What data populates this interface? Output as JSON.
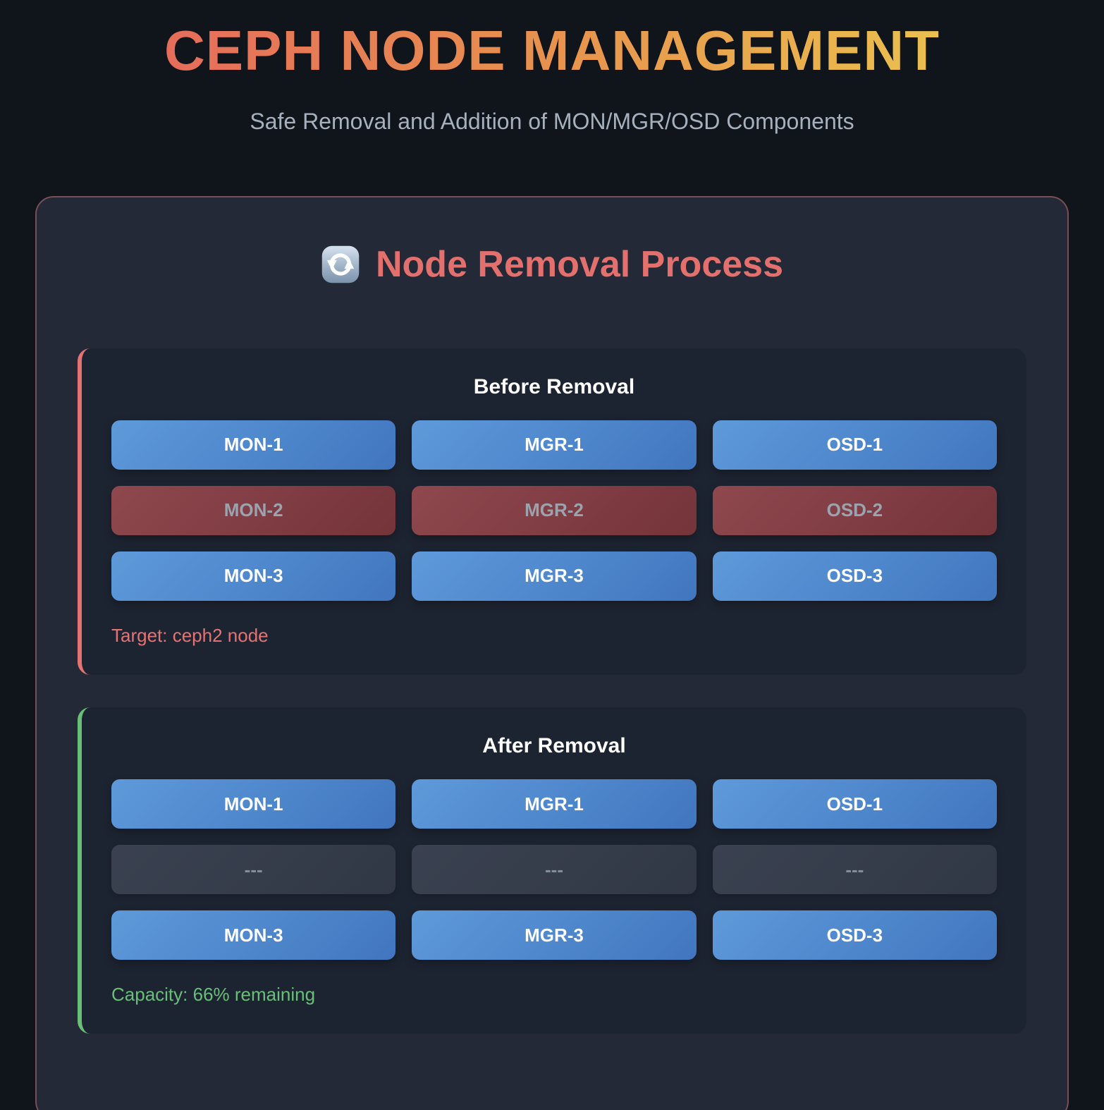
{
  "page": {
    "title": "CEPH NODE MANAGEMENT",
    "subtitle": "Safe Removal and Addition of MON/MGR/OSD Components"
  },
  "section": {
    "icon": "refresh-icon",
    "title": "Node Removal Process"
  },
  "panels": {
    "before": {
      "title": "Before Removal",
      "footer": "Target: ceph2 node",
      "accent": "#e57373",
      "rows": [
        [
          {
            "label": "MON-1",
            "state": "active"
          },
          {
            "label": "MGR-1",
            "state": "active"
          },
          {
            "label": "OSD-1",
            "state": "active"
          }
        ],
        [
          {
            "label": "MON-2",
            "state": "removing"
          },
          {
            "label": "MGR-2",
            "state": "removing"
          },
          {
            "label": "OSD-2",
            "state": "removing"
          }
        ],
        [
          {
            "label": "MON-3",
            "state": "active"
          },
          {
            "label": "MGR-3",
            "state": "active"
          },
          {
            "label": "OSD-3",
            "state": "active"
          }
        ]
      ]
    },
    "after": {
      "title": "After Removal",
      "footer": "Capacity: 66% remaining",
      "accent": "#6abf78",
      "rows": [
        [
          {
            "label": "MON-1",
            "state": "active"
          },
          {
            "label": "MGR-1",
            "state": "active"
          },
          {
            "label": "OSD-1",
            "state": "active"
          }
        ],
        [
          {
            "label": "---",
            "state": "empty"
          },
          {
            "label": "---",
            "state": "empty"
          },
          {
            "label": "---",
            "state": "empty"
          }
        ],
        [
          {
            "label": "MON-3",
            "state": "active"
          },
          {
            "label": "MGR-3",
            "state": "active"
          },
          {
            "label": "OSD-3",
            "state": "active"
          }
        ]
      ]
    }
  },
  "colors": {
    "page_background": "#10141b",
    "card_background": "#232936",
    "card_border": "#7b4d54",
    "panel_background": "#1d2431",
    "accent_red": "#e57373",
    "accent_green": "#6abf78",
    "node_active_start": "#5e9ada",
    "node_active_end": "#4176bf",
    "node_removing_start": "#8e484e",
    "node_removing_end": "#74343a",
    "node_empty": "#3a4150",
    "title_gradient": [
      "#e4685c",
      "#e8924e",
      "#eac74e"
    ]
  }
}
